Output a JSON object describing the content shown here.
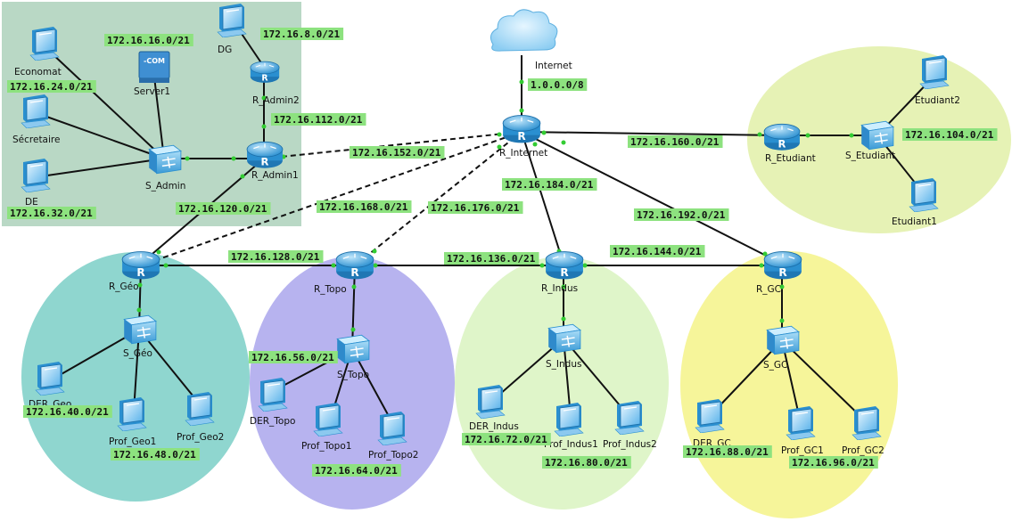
{
  "colors": {
    "admin_zone": "#b9d8c5",
    "etudiant_zone": "#e6f2b5",
    "geo_zone": "#8fd6cf",
    "topo_zone": "#b7b3ef",
    "indus_zone": "#dff5c9",
    "gc_zone": "#f6f59a",
    "net_label_bg": "#8de27f",
    "device_blue": "#4aa9e4",
    "link": "#111111"
  },
  "cloud": {
    "label": "Internet"
  },
  "routers": {
    "r_internet": {
      "label": "R_Internet"
    },
    "r_admin1": {
      "label": "R_Admin1"
    },
    "r_admin2": {
      "label": "R_Admin2"
    },
    "r_etudiant": {
      "label": "R_Etudiant"
    },
    "r_geo": {
      "label": "R_Géo"
    },
    "r_topo": {
      "label": "R_Topo"
    },
    "r_indus": {
      "label": "R_Indus"
    },
    "r_gc": {
      "label": "R_GC"
    }
  },
  "switches": {
    "s_admin": {
      "label": "S_Admin"
    },
    "s_etudiant": {
      "label": "S_Etudiant"
    },
    "s_geo": {
      "label": "S_Géo"
    },
    "s_topo": {
      "label": "S_Topo"
    },
    "s_indus": {
      "label": "S_Indus"
    },
    "s_gc": {
      "label": "S_GC"
    }
  },
  "server": {
    "label": "Server1",
    "badge": "-COM"
  },
  "pcs": {
    "economat": {
      "label": "Economat"
    },
    "secretaire": {
      "label": "Sécretaire"
    },
    "de": {
      "label": "DE"
    },
    "dg": {
      "label": "DG"
    },
    "etudiant1": {
      "label": "Etudiant1"
    },
    "etudiant2": {
      "label": "Etudiant2"
    },
    "der_geo": {
      "label": "DER_Geo"
    },
    "prof_geo1": {
      "label": "Prof_Geo1"
    },
    "prof_geo2": {
      "label": "Prof_Geo2"
    },
    "der_topo": {
      "label": "DER_Topo"
    },
    "prof_topo1": {
      "label": "Prof_Topo1"
    },
    "prof_topo2": {
      "label": "Prof_Topo2"
    },
    "der_indus": {
      "label": "DER_Indus"
    },
    "prof_indus1": {
      "label": "Prof_Indus1"
    },
    "prof_indus2": {
      "label": "Prof_Indus2"
    },
    "der_gc": {
      "label": "DER_GC"
    },
    "prof_gc1": {
      "label": "Prof_GC1"
    },
    "prof_gc2": {
      "label": "Prof_GC2"
    }
  },
  "networks": {
    "internet": "1.0.0.0/8",
    "server": "172.16.16.0/21",
    "dg": "172.16.8.0/21",
    "economat": "172.16.24.0/21",
    "de": "172.16.32.0/21",
    "admin1_admin2": "172.16.112.0/21",
    "admin1_internet": "172.16.152.0/21",
    "admin1_geo": "172.16.120.0/21",
    "internet_geo": "172.16.168.0/21",
    "internet_topo": "172.16.176.0/21",
    "internet_indus": "172.16.184.0/21",
    "internet_gc": "172.16.192.0/21",
    "internet_etudiant": "172.16.160.0/21",
    "etudiant_lan": "172.16.104.0/21",
    "geo_topo": "172.16.128.0/21",
    "topo_indus": "172.16.136.0/21",
    "indus_gc": "172.16.144.0/21",
    "der_geo": "172.16.40.0/21",
    "prof_geo": "172.16.48.0/21",
    "der_topo": "172.16.56.0/21",
    "prof_topo": "172.16.64.0/21",
    "der_indus": "172.16.72.0/21",
    "prof_indus": "172.16.80.0/21",
    "der_gc": "172.16.88.0/21",
    "prof_gc": "172.16.96.0/21"
  }
}
